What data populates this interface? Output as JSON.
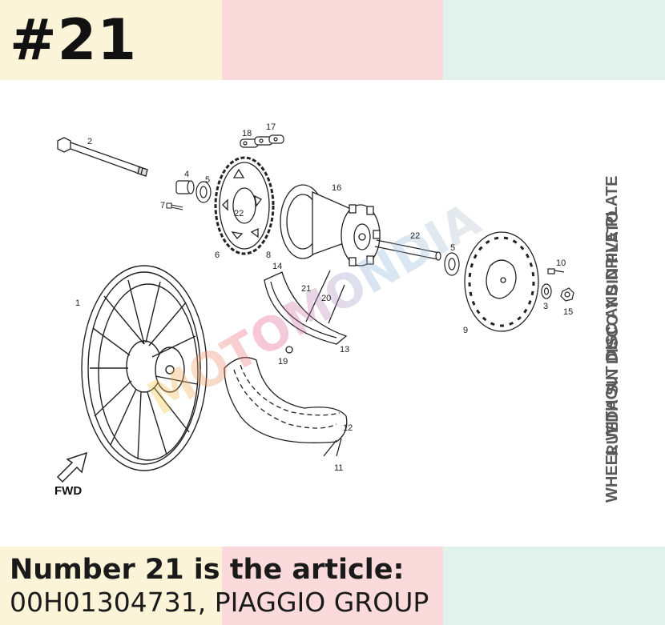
{
  "header": {
    "ref_number": "#21"
  },
  "diagram": {
    "vertical_caption_es": "RUEDA SIN DISCO Y SIN PLATO",
    "vertical_caption_en": "WHEEL WITHOUT DISC AND DRIVE PLATE",
    "fwd_label": "FWD",
    "watermark": "MOTOMONDIA",
    "part_labels": [
      "1",
      "2",
      "3",
      "4",
      "5",
      "5",
      "6",
      "7",
      "8",
      "9",
      "10",
      "11",
      "12",
      "13",
      "14",
      "15",
      "16",
      "17",
      "18",
      "19",
      "20",
      "21",
      "22",
      "22"
    ]
  },
  "footer": {
    "line1": "Number 21 is the article:",
    "line2": "00H01304731, PIAGGIO GROUP"
  },
  "colors": {
    "band_yellow": "#fcf4d9",
    "band_pink": "#fadadb",
    "band_green": "#e1f2ec"
  }
}
